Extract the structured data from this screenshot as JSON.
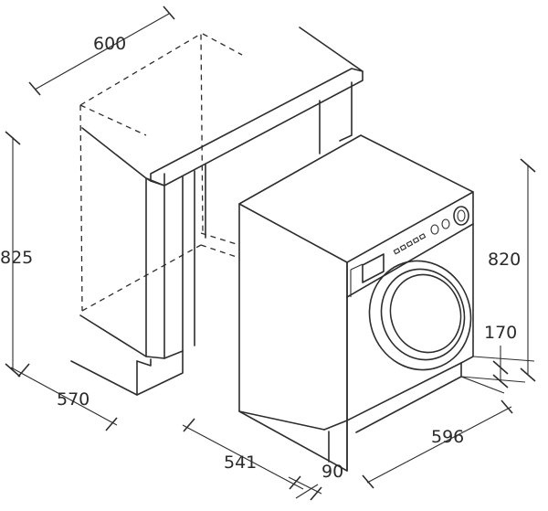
{
  "dimensions": {
    "width_top": "600",
    "height_cabinet": "825",
    "depth_cabinet": "570",
    "depth_machine": "541",
    "plinth_offset": "90",
    "width_machine": "596",
    "height_machine": "820",
    "plinth_height": "170"
  },
  "colors": {
    "line": "#2d2d2d",
    "background": "#ffffff"
  }
}
